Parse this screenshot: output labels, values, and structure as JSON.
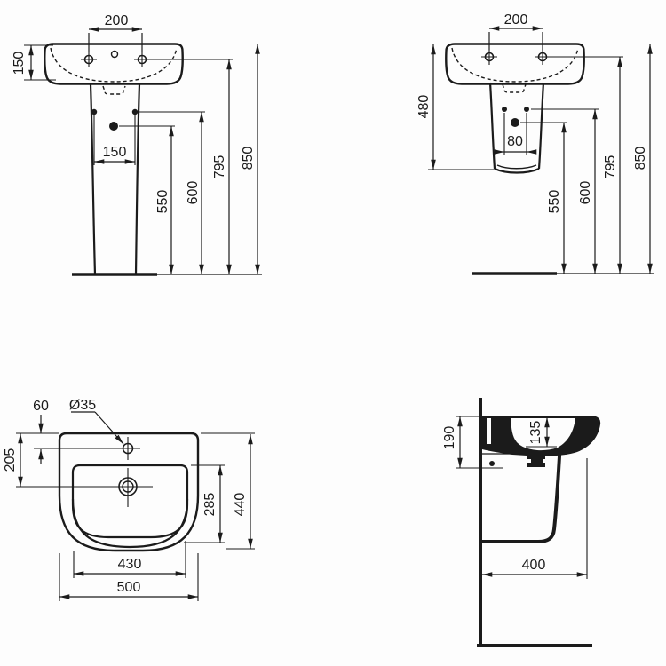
{
  "drawing": {
    "subject": "pedestal washbasin technical dimension drawing",
    "line_color": "#1b1b1b",
    "background_color": "#fdfdfd"
  },
  "views": {
    "front_full_pedestal": {
      "label": "front view with full pedestal",
      "tap_hole_spacing": "200",
      "rim_height": "150",
      "pedestal_bolt_spacing": "150",
      "trap_outlet_height": "550",
      "bolt_height": "600",
      "tap_hole_height": "795",
      "rim_total_height": "850"
    },
    "front_semi_pedestal": {
      "label": "front view with semi-pedestal",
      "tap_hole_spacing": "200",
      "semi_pedestal_height": "480",
      "bolt_spacing": "80",
      "trap_outlet_height": "550",
      "bolt_height": "600",
      "tap_hole_height": "795",
      "rim_total_height": "850"
    },
    "plan": {
      "label": "plan view",
      "tap_hole_edge_offset": "60",
      "tap_hole_diameter": "Ø35",
      "drain_edge_offset": "205",
      "bowl_depth": "285",
      "overall_depth": "440",
      "bowl_width": "430",
      "overall_width": "500"
    },
    "side": {
      "label": "side section view",
      "fixing_hole_depth": "190",
      "bowl_inner_depth": "135",
      "wall_to_front": "400"
    }
  }
}
